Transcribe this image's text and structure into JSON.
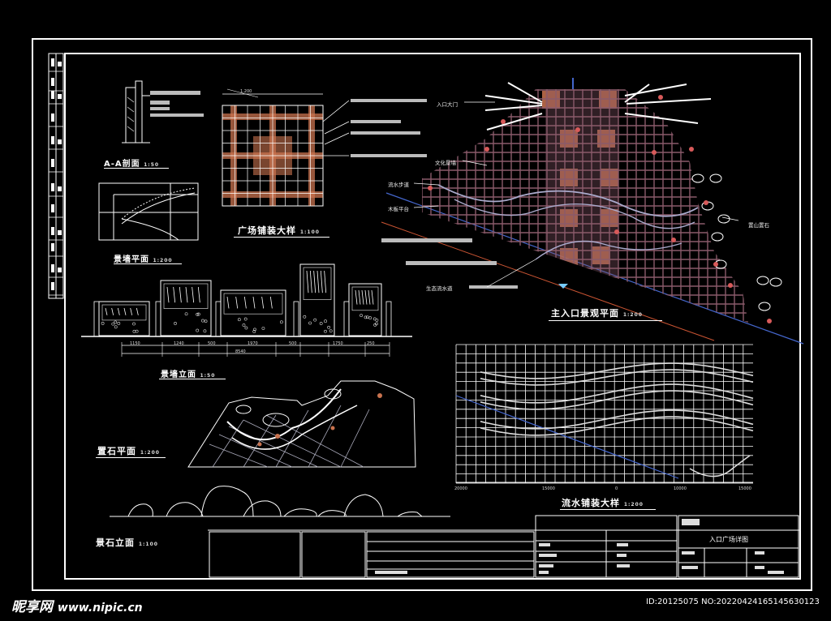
{
  "drawing": {
    "section_aa": {
      "title": "A-A剖面",
      "scale": "1:50"
    },
    "wall_plan": {
      "title": "景墙平面",
      "scale": "1:200"
    },
    "plaza_paving": {
      "title": "广场铺装大样",
      "scale": "1:100",
      "dim_top": "1,200"
    },
    "wall_elevation": {
      "title": "景墙立面",
      "scale": "1:50",
      "dims": [
        "1150",
        "1240",
        "500",
        "1970",
        "500",
        "1750",
        "250"
      ],
      "total": "8540"
    },
    "rock_plan": {
      "title": "置石平面",
      "scale": "1:200"
    },
    "rock_elevation": {
      "title": "景石立面",
      "scale": "1:100"
    },
    "main_plan": {
      "title": "主入口景观平面",
      "scale": "1:200",
      "labels": {
        "entrance_gate": "入口大门",
        "culture_wall": "文化景墙",
        "water": "流水步道",
        "plank": "木板平台",
        "rock": "置山置石",
        "stream": "生态流水道"
      }
    },
    "stream_paving": {
      "title": "流水铺装大样",
      "scale": "1:200",
      "ticks": [
        "20000",
        "15000",
        "0",
        "10000",
        "15000"
      ]
    },
    "title_block": {
      "project": "入口广场详图"
    }
  },
  "watermark": {
    "brand": "昵享网",
    "url": "www.nipic.cn",
    "id": "ID:20125075 NO:20220424165145630123"
  },
  "colors": {
    "background": "#000000",
    "line": "#ffffff",
    "accent": "#c9734f",
    "paving": "#8a5a6a",
    "blue": "#4466cc",
    "red_line": "#cc5533"
  }
}
